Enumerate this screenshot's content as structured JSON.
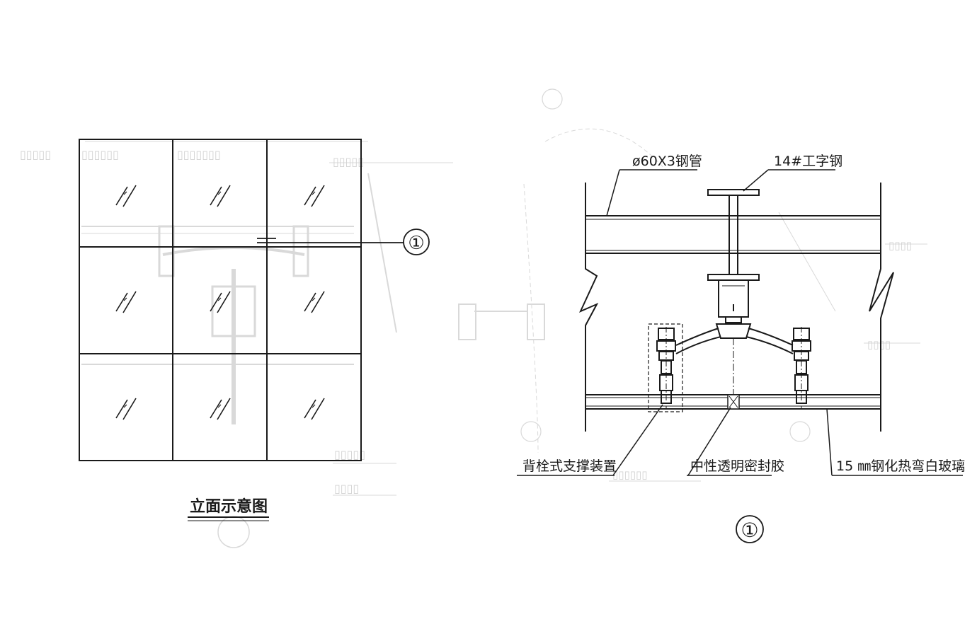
{
  "elevation": {
    "title": "立面示意图",
    "callout": "①",
    "glass_mark": "//"
  },
  "detail": {
    "number": "①",
    "labels": {
      "steel_pipe": "ø60X3钢管",
      "i_beam": "14#工字钢",
      "support_device": "背栓式支撑装置",
      "sealant": "中性透明密封胶",
      "glass": "15 ㎜钢化热弯白玻璃"
    }
  }
}
